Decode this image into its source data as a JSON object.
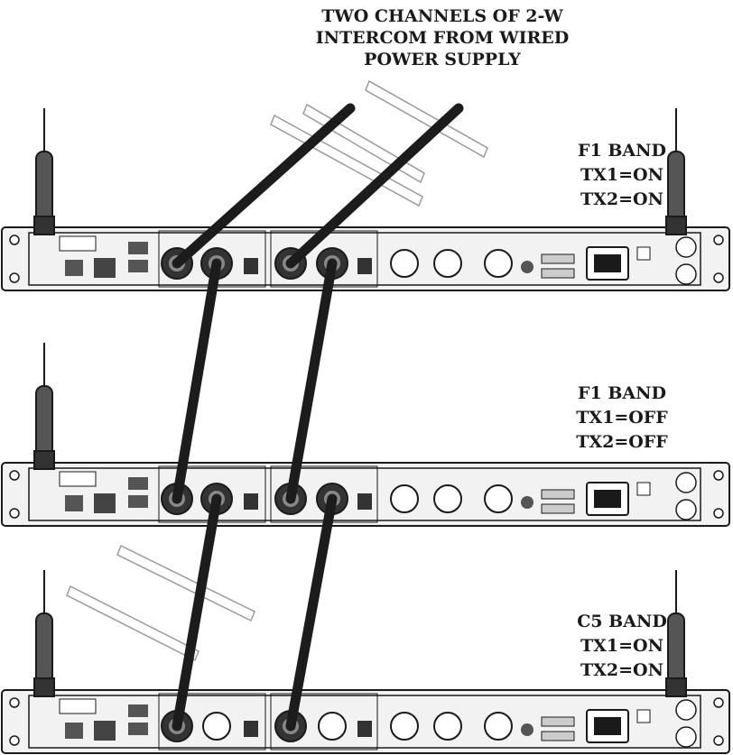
{
  "title": {
    "lines": [
      "TWO CHANNELS OF 2-W",
      "INTERCOM FROM WIRED",
      "POWER SUPPLY"
    ]
  },
  "units": [
    {
      "band": "F1 BAND",
      "tx1": "TX1=ON",
      "tx2": "TX2=ON"
    },
    {
      "band": "F1 BAND",
      "tx1": "TX1=OFF",
      "tx2": "TX2=OFF"
    },
    {
      "band": "C5 BAND",
      "tx1": "TX1=ON",
      "tx2": "TX2=ON"
    }
  ],
  "colors": {
    "line": "#1a1a1a",
    "panel": "#f2f2f2",
    "cable": "#1c1c1c"
  }
}
